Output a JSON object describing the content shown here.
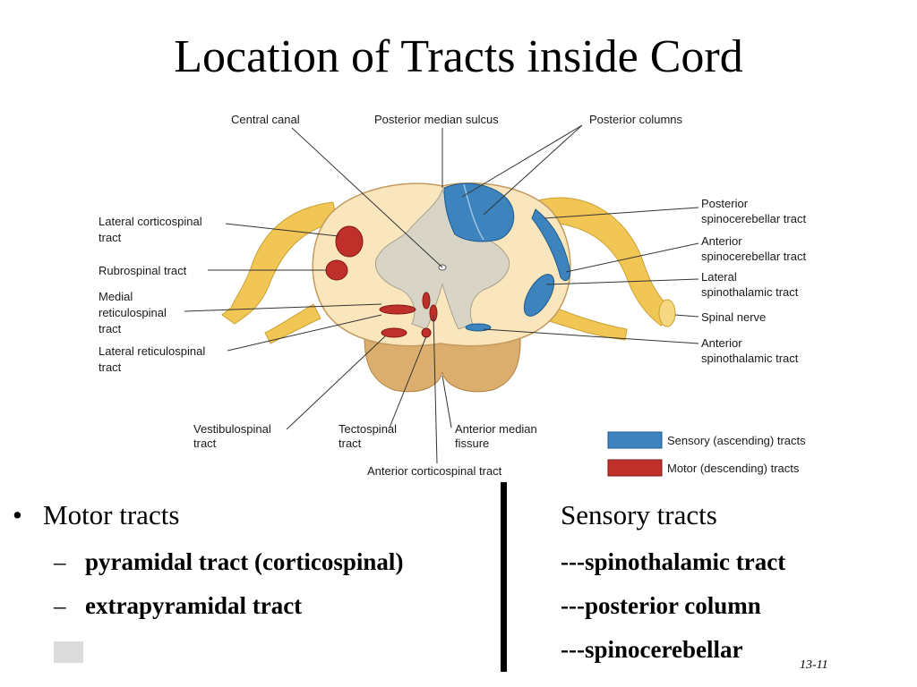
{
  "title": "Location of Tracts inside Cord",
  "labels": {
    "central_canal": "Central canal",
    "posterior_median_sulcus": "Posterior median sulcus",
    "posterior_columns": "Posterior columns",
    "lateral_corticospinal_1": "Lateral corticospinal",
    "lateral_corticospinal_2": "tract",
    "rubrospinal": "Rubrospinal tract",
    "medial_reticulospinal_1": "Medial",
    "medial_reticulospinal_2": "reticulospinal",
    "medial_reticulospinal_3": "tract",
    "lateral_reticulospinal_1": "Lateral reticulospinal",
    "lateral_reticulospinal_2": "tract",
    "vestibulospinal_1": "Vestibulospinal",
    "vestibulospinal_2": "tract",
    "tectospinal_1": "Tectospinal",
    "tectospinal_2": "tract",
    "anterior_median_fissure_1": "Anterior median",
    "anterior_median_fissure_2": "fissure",
    "anterior_corticospinal": "Anterior corticospinal tract",
    "posterior_spinocerebellar_1": "Posterior",
    "posterior_spinocerebellar_2": "spinocerebellar tract",
    "anterior_spinocerebellar_1": "Anterior",
    "anterior_spinocerebellar_2": "spinocerebellar tract",
    "lateral_spinothalamic_1": "Lateral",
    "lateral_spinothalamic_2": "spinothalamic tract",
    "spinal_nerve": "Spinal nerve",
    "anterior_spinothalamic_1": "Anterior",
    "anterior_spinothalamic_2": "spinothalamic tract"
  },
  "legend": {
    "sensory": "Sensory (ascending) tracts",
    "motor": "Motor (descending) tracts"
  },
  "colors": {
    "sensory": "#3d84bf",
    "motor": "#c0302b",
    "white_matter": "#fae6bd",
    "gray_matter": "#d8d4c6",
    "nerve": "#f1c654"
  },
  "left_column": {
    "bullet": "•",
    "heading": "Motor tracts",
    "dash": "–",
    "items": [
      "pyramidal tract (corticospinal)",
      "extrapyramidal tract"
    ]
  },
  "right_column": {
    "heading": "Sensory tracts",
    "items": [
      "---spinothalamic tract",
      "---posterior column",
      "---spinocerebellar"
    ]
  },
  "slide_number": "13-11"
}
